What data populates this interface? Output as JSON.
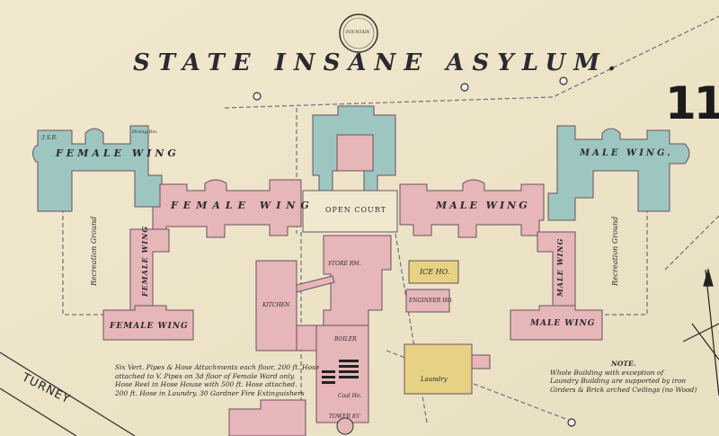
{
  "map": {
    "title": "STATE INSANE ASYLUM.",
    "sheet_number": "11",
    "fountain": "FOUNTAIN",
    "colors": {
      "paper": "#eee4c8",
      "brick": "#e6b6b8",
      "stone": "#9ec6c0",
      "frame": "#e6d282",
      "outline": "#7a5060"
    },
    "buildings": {
      "female_wing_north": "FEMALE WING",
      "female_wing_main": "FEMALE WING",
      "female_wing_vertical": "FEMALE WING",
      "female_wing_south": "FEMALE WING",
      "male_wing_north": "MALE WING.",
      "male_wing_main": "MALE WING",
      "male_wing_vertical": "MALE WING",
      "male_wing_south": "MALE WING",
      "open_court": "OPEN COURT",
      "ice_house": "ICE HO.",
      "engineer_house": "ENGINEER HO.",
      "kitchen": "KITCHEN",
      "store_room": "STORE RM.",
      "laundry": "Laundry",
      "boiler": "BOILER",
      "coal_house": "Coal Ho.",
      "dining_room": "Dining Rm.",
      "story_3": "3 S.B.",
      "tower": "TOWER 85'"
    },
    "grounds": {
      "left": "Recreation Ground",
      "right": "Recreation Ground"
    },
    "street": "TURNEY",
    "water_note": [
      "Six Vert. Pipes & Hose Attachments each floor, 200 ft. Hose",
      "attached to V. Pipes on 3d floor of Female Ward only.",
      "Hose Reel in Hose House with 500 ft. Hose attached.",
      "200 ft. Hose in Laundry.  30 Gardner Fire Extinguishers"
    ],
    "note": {
      "heading": "NOTE.",
      "lines": [
        "Whole Building with exception of",
        "Laundry Building are supported by iron",
        "Girders & Brick arched Ceilings (no Wood)"
      ]
    }
  }
}
